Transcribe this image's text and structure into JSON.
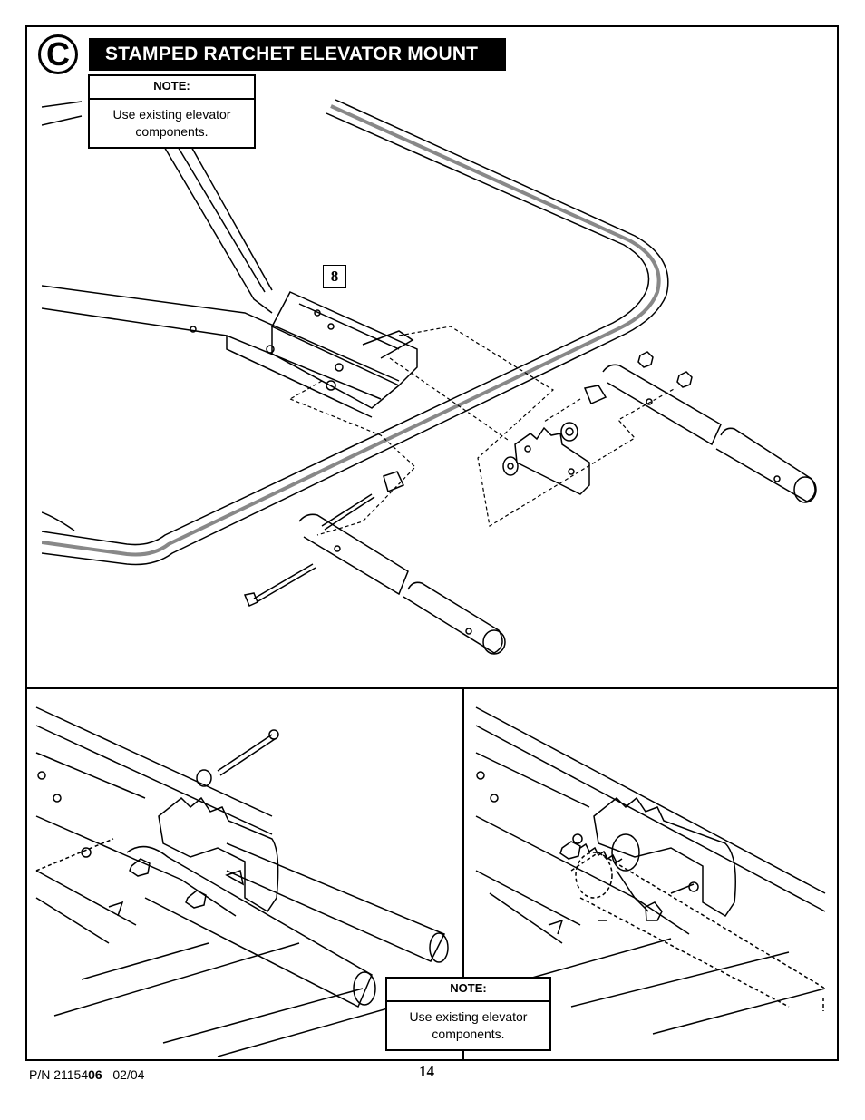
{
  "section": {
    "letter": "C",
    "title": "STAMPED RATCHET ELEVATOR MOUNT"
  },
  "notes": [
    {
      "header": "NOTE:",
      "text": "Use existing elevator components."
    },
    {
      "header": "NOTE:",
      "text": "Use existing elevator components."
    }
  ],
  "callout": "8",
  "footer": {
    "pn_prefix": "P/N 21154",
    "pn_bold": "06",
    "date": "02/04",
    "page": "14"
  }
}
